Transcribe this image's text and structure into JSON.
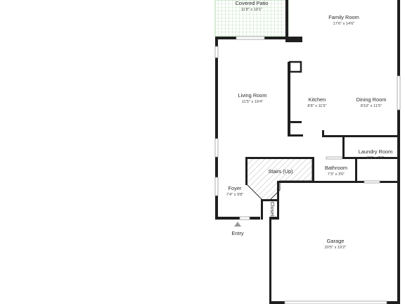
{
  "rooms": {
    "covered_patio": {
      "name": "Covered Patio",
      "dims": "11'8\" x 10'1\""
    },
    "family_room": {
      "name": "Family Room",
      "dims": "17'6\" x 14'6\""
    },
    "living_room": {
      "name": "Living Room",
      "dims": "11'5\" x 19'4\""
    },
    "kitchen": {
      "name": "Kitchen",
      "dims": "8'8\" x 11'5\""
    },
    "dining_room": {
      "name": "Dining Room",
      "dims": "8'10\" x 11'5\""
    },
    "laundry_room": {
      "name": "Laundry Room",
      "dims": "8'3\" x 7'0\""
    },
    "stairs": {
      "name": "Stairs (Up)"
    },
    "bathroom": {
      "name": "Bathroom",
      "dims": "7'3\" x 3'6\""
    },
    "foyer": {
      "name": "Foyer",
      "dims": "7'4\" x 9'8\""
    },
    "closet": {
      "name": "Closet"
    },
    "garage": {
      "name": "Garage",
      "dims": "20'5\" x 19'2\""
    }
  },
  "entry": {
    "label": "Entry"
  },
  "colors": {
    "wall": "#1f1f1f",
    "patio_grid": "#9fcf9f",
    "stair_hatch": "#b5b5b5",
    "entry_arrow": "#9a9a9a",
    "window_frame": "#9a9a9a"
  }
}
